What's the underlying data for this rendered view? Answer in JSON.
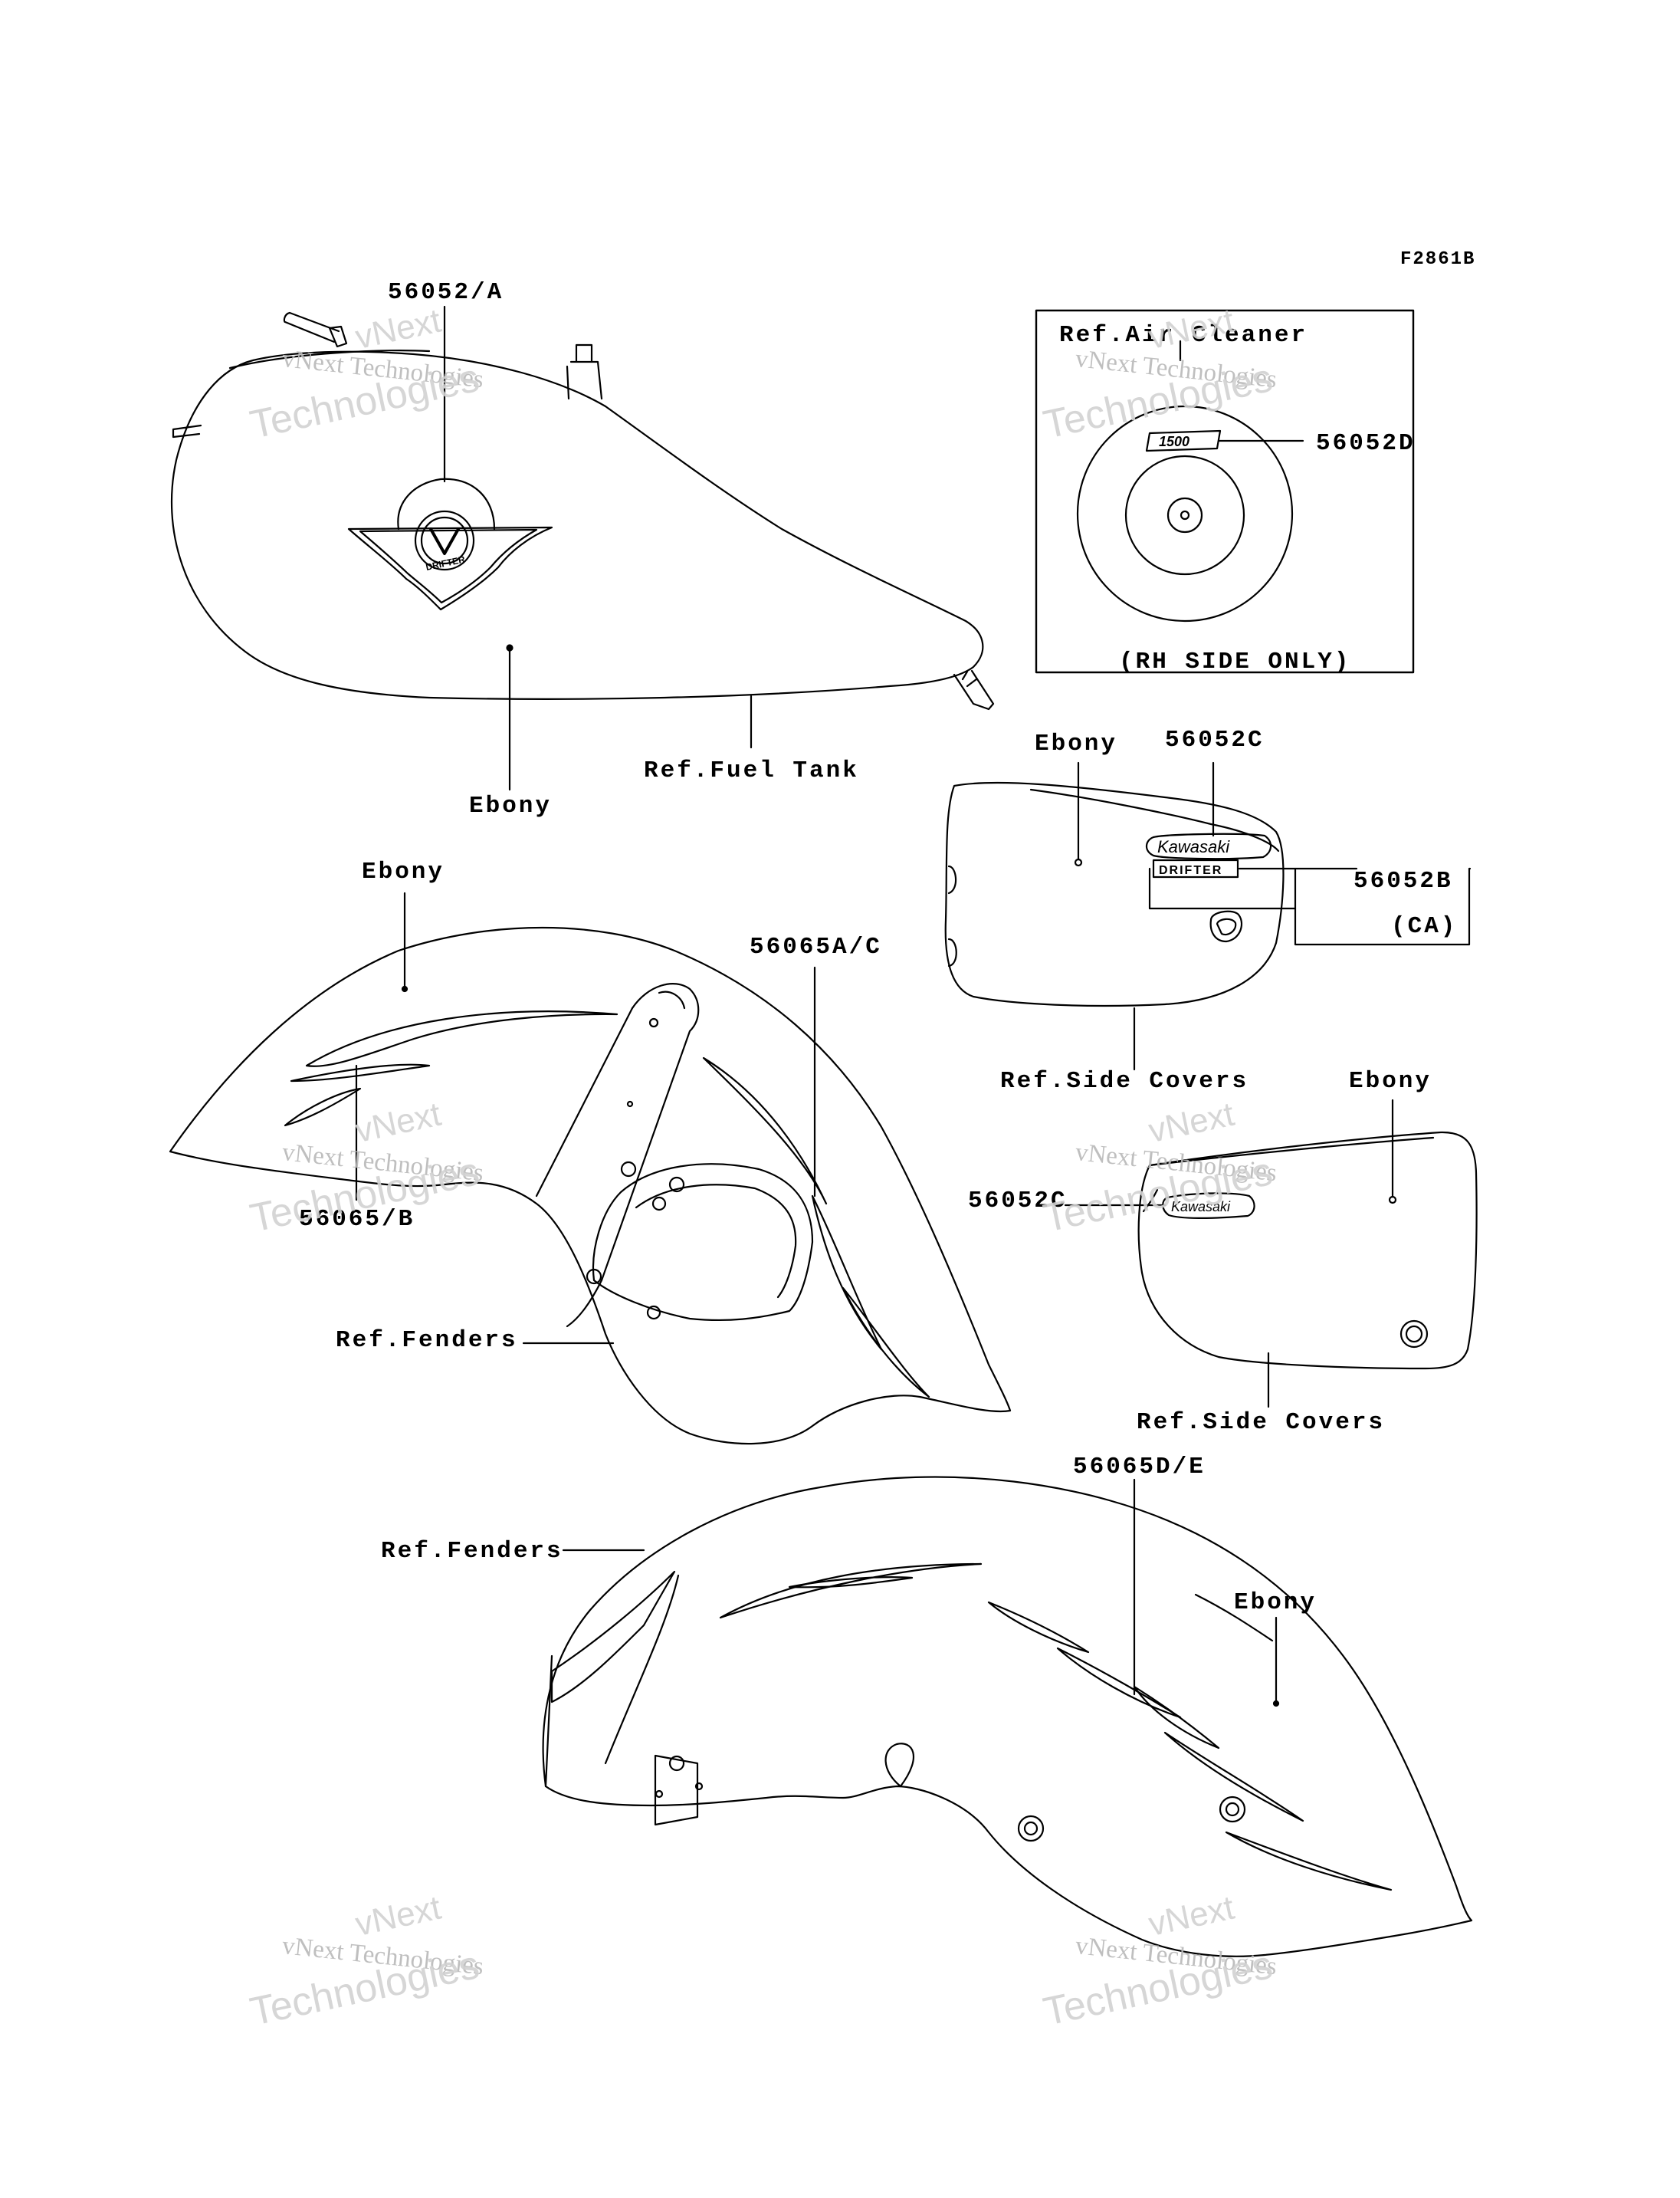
{
  "figure_code": "F2861B",
  "callouts": {
    "tank_emblem": "56052/A",
    "tank_ebony": "Ebony",
    "ref_fuel_tank": "Ref.Fuel Tank",
    "air_cleaner_ref": "Ref.Air Cleaner",
    "air_cleaner_decal": "56052D",
    "air_cleaner_note": "(RH SIDE ONLY)",
    "left_cover_ebony": "Ebony",
    "left_cover_decal": "56052C",
    "left_cover_decal_b": "56052B",
    "left_cover_ca": "(CA)",
    "ref_side_covers_1": "Ref.Side Covers",
    "right_cover_ebony": "Ebony",
    "right_cover_decal": "56052C",
    "ref_side_covers_2": "Ref.Side Covers",
    "front_fender_ebony": "Ebony",
    "front_fender_decal_ac": "56065A/C",
    "front_fender_decal_b": "56065/B",
    "ref_fenders_1": "Ref.Fenders",
    "rear_fender_decal": "56065D/E",
    "ref_fenders_2": "Ref.Fenders",
    "rear_fender_ebony": "Ebony"
  },
  "decal_text": {
    "tank_badge": "DRIFTER",
    "air_cleaner_badge": "1500",
    "cover_badge": "Kawasaki",
    "cover_sub_badge": "DRIFTER"
  },
  "watermarks": [
    {
      "line0": "vNext",
      "line1": "vNext Technologies",
      "line2": "Technologies"
    },
    {
      "line0": "vNext",
      "line1": "vNext Technologies",
      "line2": "Technologies"
    },
    {
      "line0": "vNext",
      "line1": "vNext Technologies",
      "line2": "Technologies"
    },
    {
      "line0": "vNext",
      "line1": "vNext Technologies",
      "line2": "Technologies"
    },
    {
      "line0": "vNext",
      "line1": "vNext Technologies",
      "line2": "Technologies"
    },
    {
      "line0": "vNext",
      "line1": "vNext Technologies",
      "line2": "Technologies"
    }
  ]
}
